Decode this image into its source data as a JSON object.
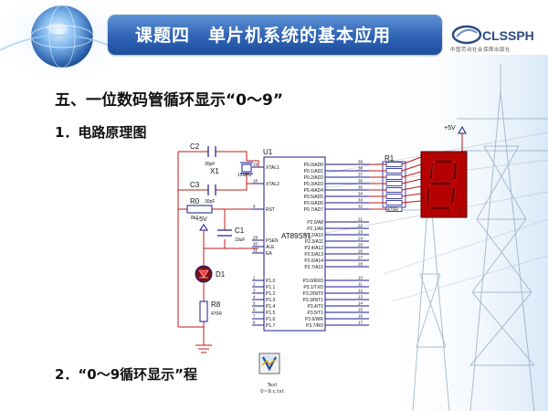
{
  "header": {
    "title": "课题四　单片机系统的基本应用",
    "logo_text": "CLSSPH",
    "logo_subtitle": "中国劳动社会保障出版社"
  },
  "content": {
    "heading": "五、一位数码管循环显示“0～9”",
    "subheading": "1．电路原理图",
    "item2": "2．“0～9循环显示”程",
    "file_label_1": "Text",
    "file_label_2": "0~9.c.txt"
  },
  "circuit": {
    "chip_ref": "U1",
    "chip_name": "AT89S51",
    "components": {
      "c2_ref": "C2",
      "c2_val": "30pF",
      "c3_ref": "C3",
      "c3_val": "30pF",
      "x1_ref": "X1",
      "x1_val": "12MHz",
      "r0_ref": "R0",
      "r0_val": "8k2",
      "c1_ref": "C1",
      "c1_val": "10uF",
      "d1_ref": "D1",
      "r8_ref": "R8",
      "r8_val": "470R",
      "r1_ref": "R1",
      "r1_val": "470R",
      "vcc_left": "+5V",
      "vcc_right": "+5V"
    },
    "left_pins": [
      {
        "num": "19",
        "name": "XTAL1"
      },
      {
        "num": "18",
        "name": "XTAL2"
      },
      {
        "num": "9",
        "name": "RST"
      },
      {
        "num": "29",
        "name": "PSEN"
      },
      {
        "num": "30",
        "name": "ALE"
      },
      {
        "num": "31",
        "name": "EA"
      },
      {
        "num": "1",
        "name": "P1.0"
      },
      {
        "num": "2",
        "name": "P1.1"
      },
      {
        "num": "3",
        "name": "P1.2"
      },
      {
        "num": "4",
        "name": "P1.3"
      },
      {
        "num": "5",
        "name": "P1.4"
      },
      {
        "num": "6",
        "name": "P1.5"
      },
      {
        "num": "7",
        "name": "P1.6"
      },
      {
        "num": "8",
        "name": "P1.7"
      }
    ],
    "right_pins_p0": [
      {
        "num": "39",
        "name": "P0.0/AD0"
      },
      {
        "num": "38",
        "name": "P0.1/AD1"
      },
      {
        "num": "37",
        "name": "P0.2/AD2"
      },
      {
        "num": "36",
        "name": "P0.3/AD3"
      },
      {
        "num": "35",
        "name": "P0.4/AD4"
      },
      {
        "num": "34",
        "name": "P0.5/AD5"
      },
      {
        "num": "33",
        "name": "P0.6/AD6"
      },
      {
        "num": "32",
        "name": "P0.7/AD7"
      }
    ],
    "right_pins_p2": [
      {
        "num": "21",
        "name": "P2.0/A8"
      },
      {
        "num": "22",
        "name": "P2.1/A9"
      },
      {
        "num": "23",
        "name": "P2.2/A10"
      },
      {
        "num": "24",
        "name": "P2.3/A11"
      },
      {
        "num": "25",
        "name": "P2.4/A12"
      },
      {
        "num": "26",
        "name": "P2.5/A13"
      },
      {
        "num": "27",
        "name": "P2.6/A14"
      },
      {
        "num": "28",
        "name": "P2.7/A15"
      }
    ],
    "right_pins_p3": [
      {
        "num": "10",
        "name": "P3.0/RXD"
      },
      {
        "num": "11",
        "name": "P3.1/TXD"
      },
      {
        "num": "12",
        "name": "P3.2/INT0"
      },
      {
        "num": "13",
        "name": "P3.3/INT1"
      },
      {
        "num": "14",
        "name": "P3.4/T0"
      },
      {
        "num": "15",
        "name": "P3.5/T1"
      },
      {
        "num": "16",
        "name": "P3.6/WR"
      },
      {
        "num": "17",
        "name": "P3.7/RD"
      }
    ]
  },
  "colors": {
    "header_blue": "#2e63b4",
    "wire": "#c01818",
    "pin_blue": "#1a1a8c",
    "chip_fill": "#ffffff",
    "segment_red": "#b40000",
    "display_fill": "#b40000"
  }
}
